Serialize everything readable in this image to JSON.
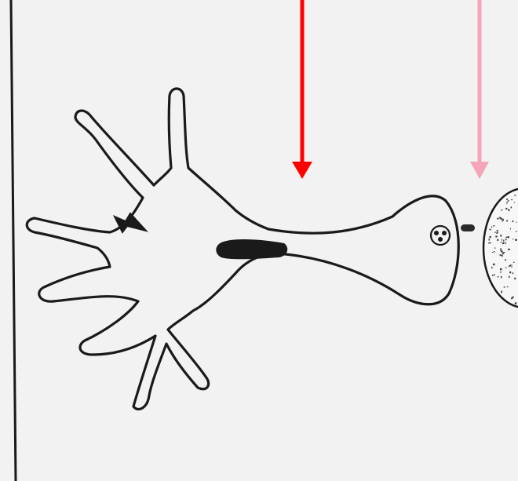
{
  "figure": {
    "description_visible_text": "",
    "colors": {
      "paper": "#f2f2f2",
      "ink": "#1a1a1a",
      "arrow_red": "#ff0000",
      "arrow_pink": "#f4a6b8",
      "border_tint": "#cfe6ea"
    },
    "elements": [
      "neuron-outline",
      "axon-hillock-marker",
      "synaptic-vesicle",
      "released-neurotransmitter",
      "target-cell",
      "red-arrow",
      "pink-arrow"
    ]
  }
}
